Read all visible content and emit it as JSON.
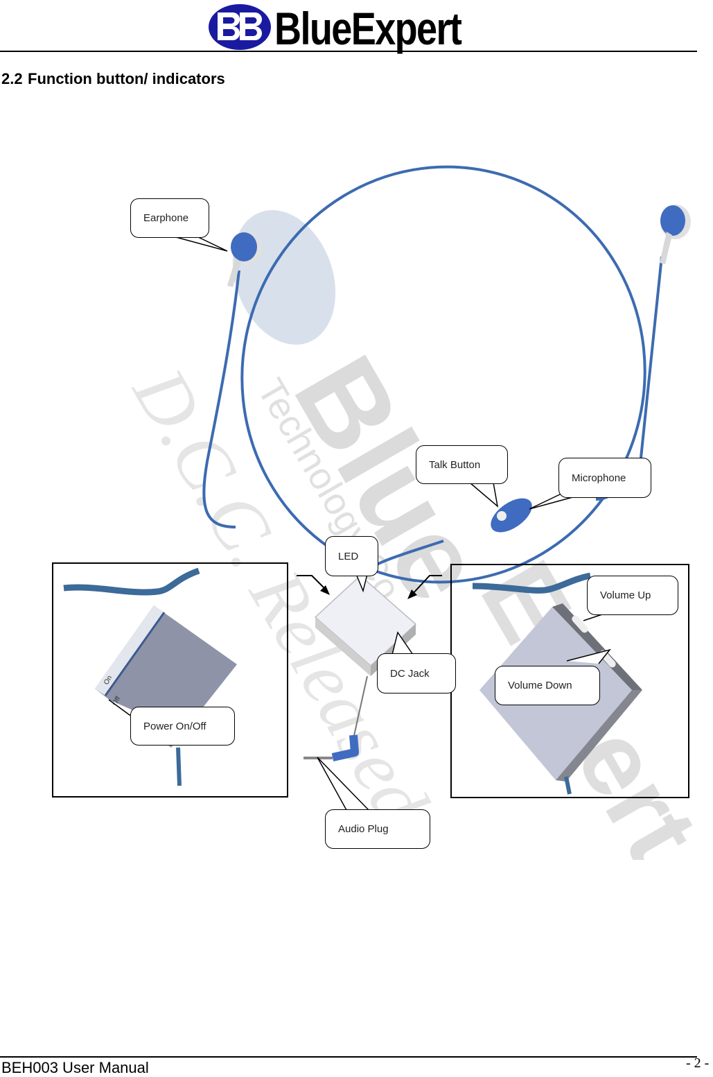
{
  "header": {
    "brand_name": "BlueExpert",
    "logo_mark": "BB",
    "brand_color": "#1a1aa0"
  },
  "section": {
    "number": "2.2",
    "title": "Function button/ indicators"
  },
  "figure": {
    "watermark": {
      "brand": "BlueExpert",
      "sub": "Technology Co.",
      "stamp": "D.C.C. Released"
    },
    "callouts": {
      "earphone": "Earphone",
      "talk_button": "Talk Button",
      "microphone": "Microphone",
      "led": "LED",
      "dc_jack": "DC Jack",
      "power": "Power On/Off",
      "volume_up": "Volume Up",
      "volume_down": "Volume Down",
      "audio_plug": "Audio Plug"
    },
    "device_labels": {
      "on": "On",
      "off": "Off",
      "led": "LED"
    },
    "colors": {
      "cable": "#3c6bb0",
      "device_body": "#9aa3b8",
      "watermark": "#c9c9c9"
    }
  },
  "footer": {
    "doc_title": "BEH003 User Manual",
    "page": "- 2 -"
  }
}
